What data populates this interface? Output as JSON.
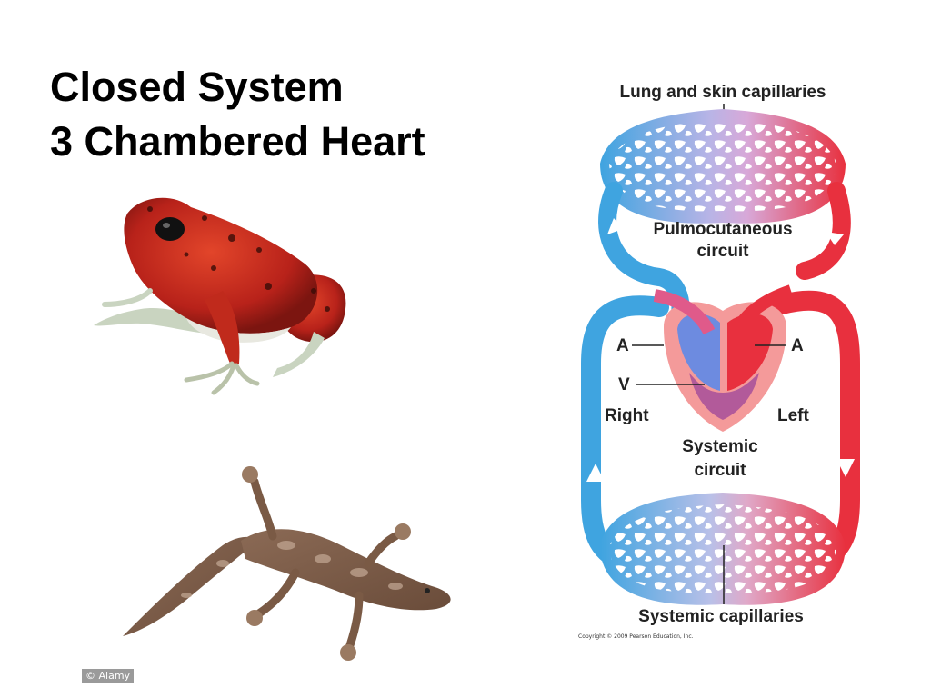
{
  "slide": {
    "title_line1": "Closed System",
    "title_line2": "3 Chambered Heart",
    "photo_credit": "© Alamy"
  },
  "diagram": {
    "top_label": "Lung and skin capillaries",
    "pulmo_line1": "Pulmocutaneous",
    "pulmo_line2": "circuit",
    "atrium_left_label": "A",
    "atrium_right_label": "A",
    "ventricle_label": "V",
    "right_label": "Right",
    "left_label": "Left",
    "systemic_line1": "Systemic",
    "systemic_line2": "circuit",
    "bottom_label": "Systemic capillaries",
    "copyright": "Copyright © 2009 Pearson Education, Inc."
  },
  "colors": {
    "oxygen_poor": "#3fa4e0",
    "oxygen_rich": "#e8303e",
    "heart_tissue": "#f49a9a"
  },
  "images": {
    "frog": "red poison dart frog photo",
    "gecko": "brown gecko photo"
  }
}
